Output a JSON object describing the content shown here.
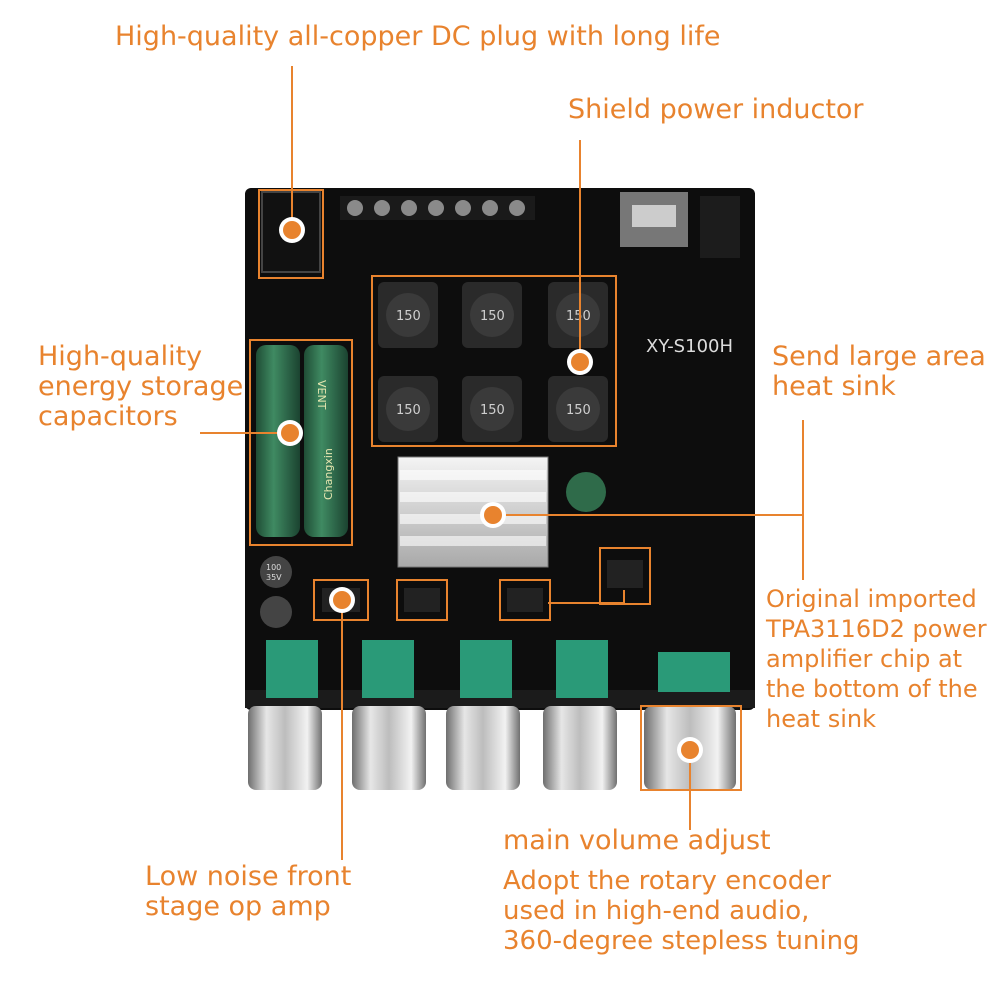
{
  "callouts": {
    "dc_plug": "High-quality all-copper DC plug with long life",
    "inductor": "Shield power inductor",
    "capacitors": [
      "High-quality",
      "energy storage",
      "capacitors"
    ],
    "heat_sink": [
      "Send large area",
      "heat sink"
    ],
    "chip": [
      "Original imported",
      "TPA3116D2 power",
      "amplifier chip at",
      "the bottom of the",
      "heat sink"
    ],
    "volume": "main volume adjust",
    "encoder": [
      "Adopt the rotary encoder",
      "used in high-end audio,",
      "360-degree stepless tuning"
    ],
    "op_amp": [
      "Low noise front",
      "stage op amp"
    ]
  },
  "board": {
    "model": "XY-S100H",
    "inductor_marking": "150",
    "capacitor_brand": "Changxin",
    "capacitor_vent": "VENT",
    "small_cap_marking": [
      "100",
      "35V"
    ]
  },
  "colors": {
    "accent": "#E8832E",
    "board": "#0d0d0d",
    "inductor": "#2a2a2a",
    "capacitor": "#2f6b4a",
    "potentiometer": "#2a9a78",
    "knob": "#b9b9b9"
  }
}
